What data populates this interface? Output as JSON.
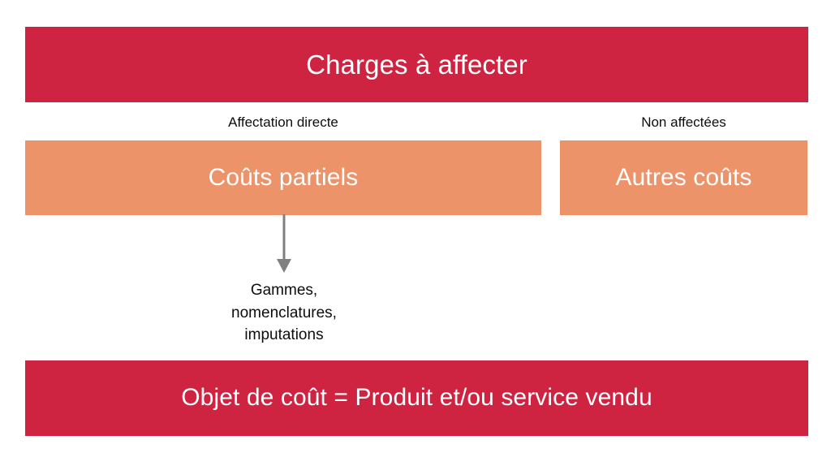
{
  "diagram": {
    "title": "Charges à affecter",
    "background_color": "#FFFFFF",
    "colors": {
      "primary_red": "#CE2341",
      "secondary_orange": "#EC936A",
      "arrow_gray": "#808080",
      "text_dark": "#0D0D0D",
      "text_light": "#FFFFFF"
    },
    "top_banner": {
      "label": "Charges à affecter"
    },
    "branches": [
      {
        "connector_label": "Affectation directe",
        "box_label": "Coûts partiels"
      },
      {
        "connector_label": "Non affectées",
        "box_label": "Autres coûts"
      }
    ],
    "arrow": {
      "icon": "down-arrow-icon",
      "direction": "down",
      "color": "#808080"
    },
    "method_note": {
      "lines": [
        "Gammes,",
        "nomenclatures,",
        "imputations"
      ]
    },
    "bottom_banner": {
      "label": "Objet de coût = Produit et/ou service vendu"
    }
  }
}
